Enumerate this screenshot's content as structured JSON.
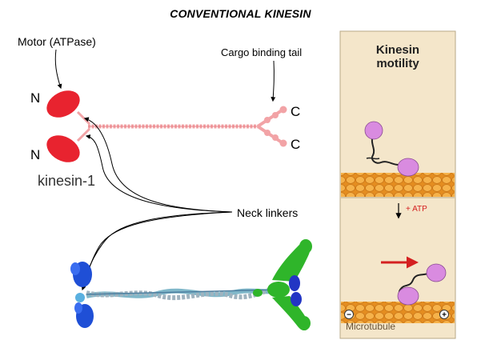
{
  "title": "CONVENTIONAL KINESIN",
  "labels": {
    "motor": "Motor (ATPase)",
    "cargo": "Cargo binding tail",
    "n_top": "N",
    "n_bottom": "N",
    "c_top": "C",
    "c_bottom": "C",
    "kinesin1": "kinesin-1",
    "neck_linkers": "Neck linkers"
  },
  "panel": {
    "title_line1": "Kinesin",
    "title_line2": "motility",
    "atp_label": "+ ATP",
    "microtubule_label": "Microtubule",
    "minus_sign": "−",
    "plus_sign": "+"
  },
  "colors": {
    "motor_head": "#e8232f",
    "tail": "#f2a3a6",
    "panel_bg": "#f4e6ca",
    "microtubule": "#f0a235",
    "kinesin_head_panel": "#d98be0",
    "arrow_red": "#d42020",
    "structure_blue": "#1f4fd6",
    "structure_green": "#2fb52a"
  }
}
